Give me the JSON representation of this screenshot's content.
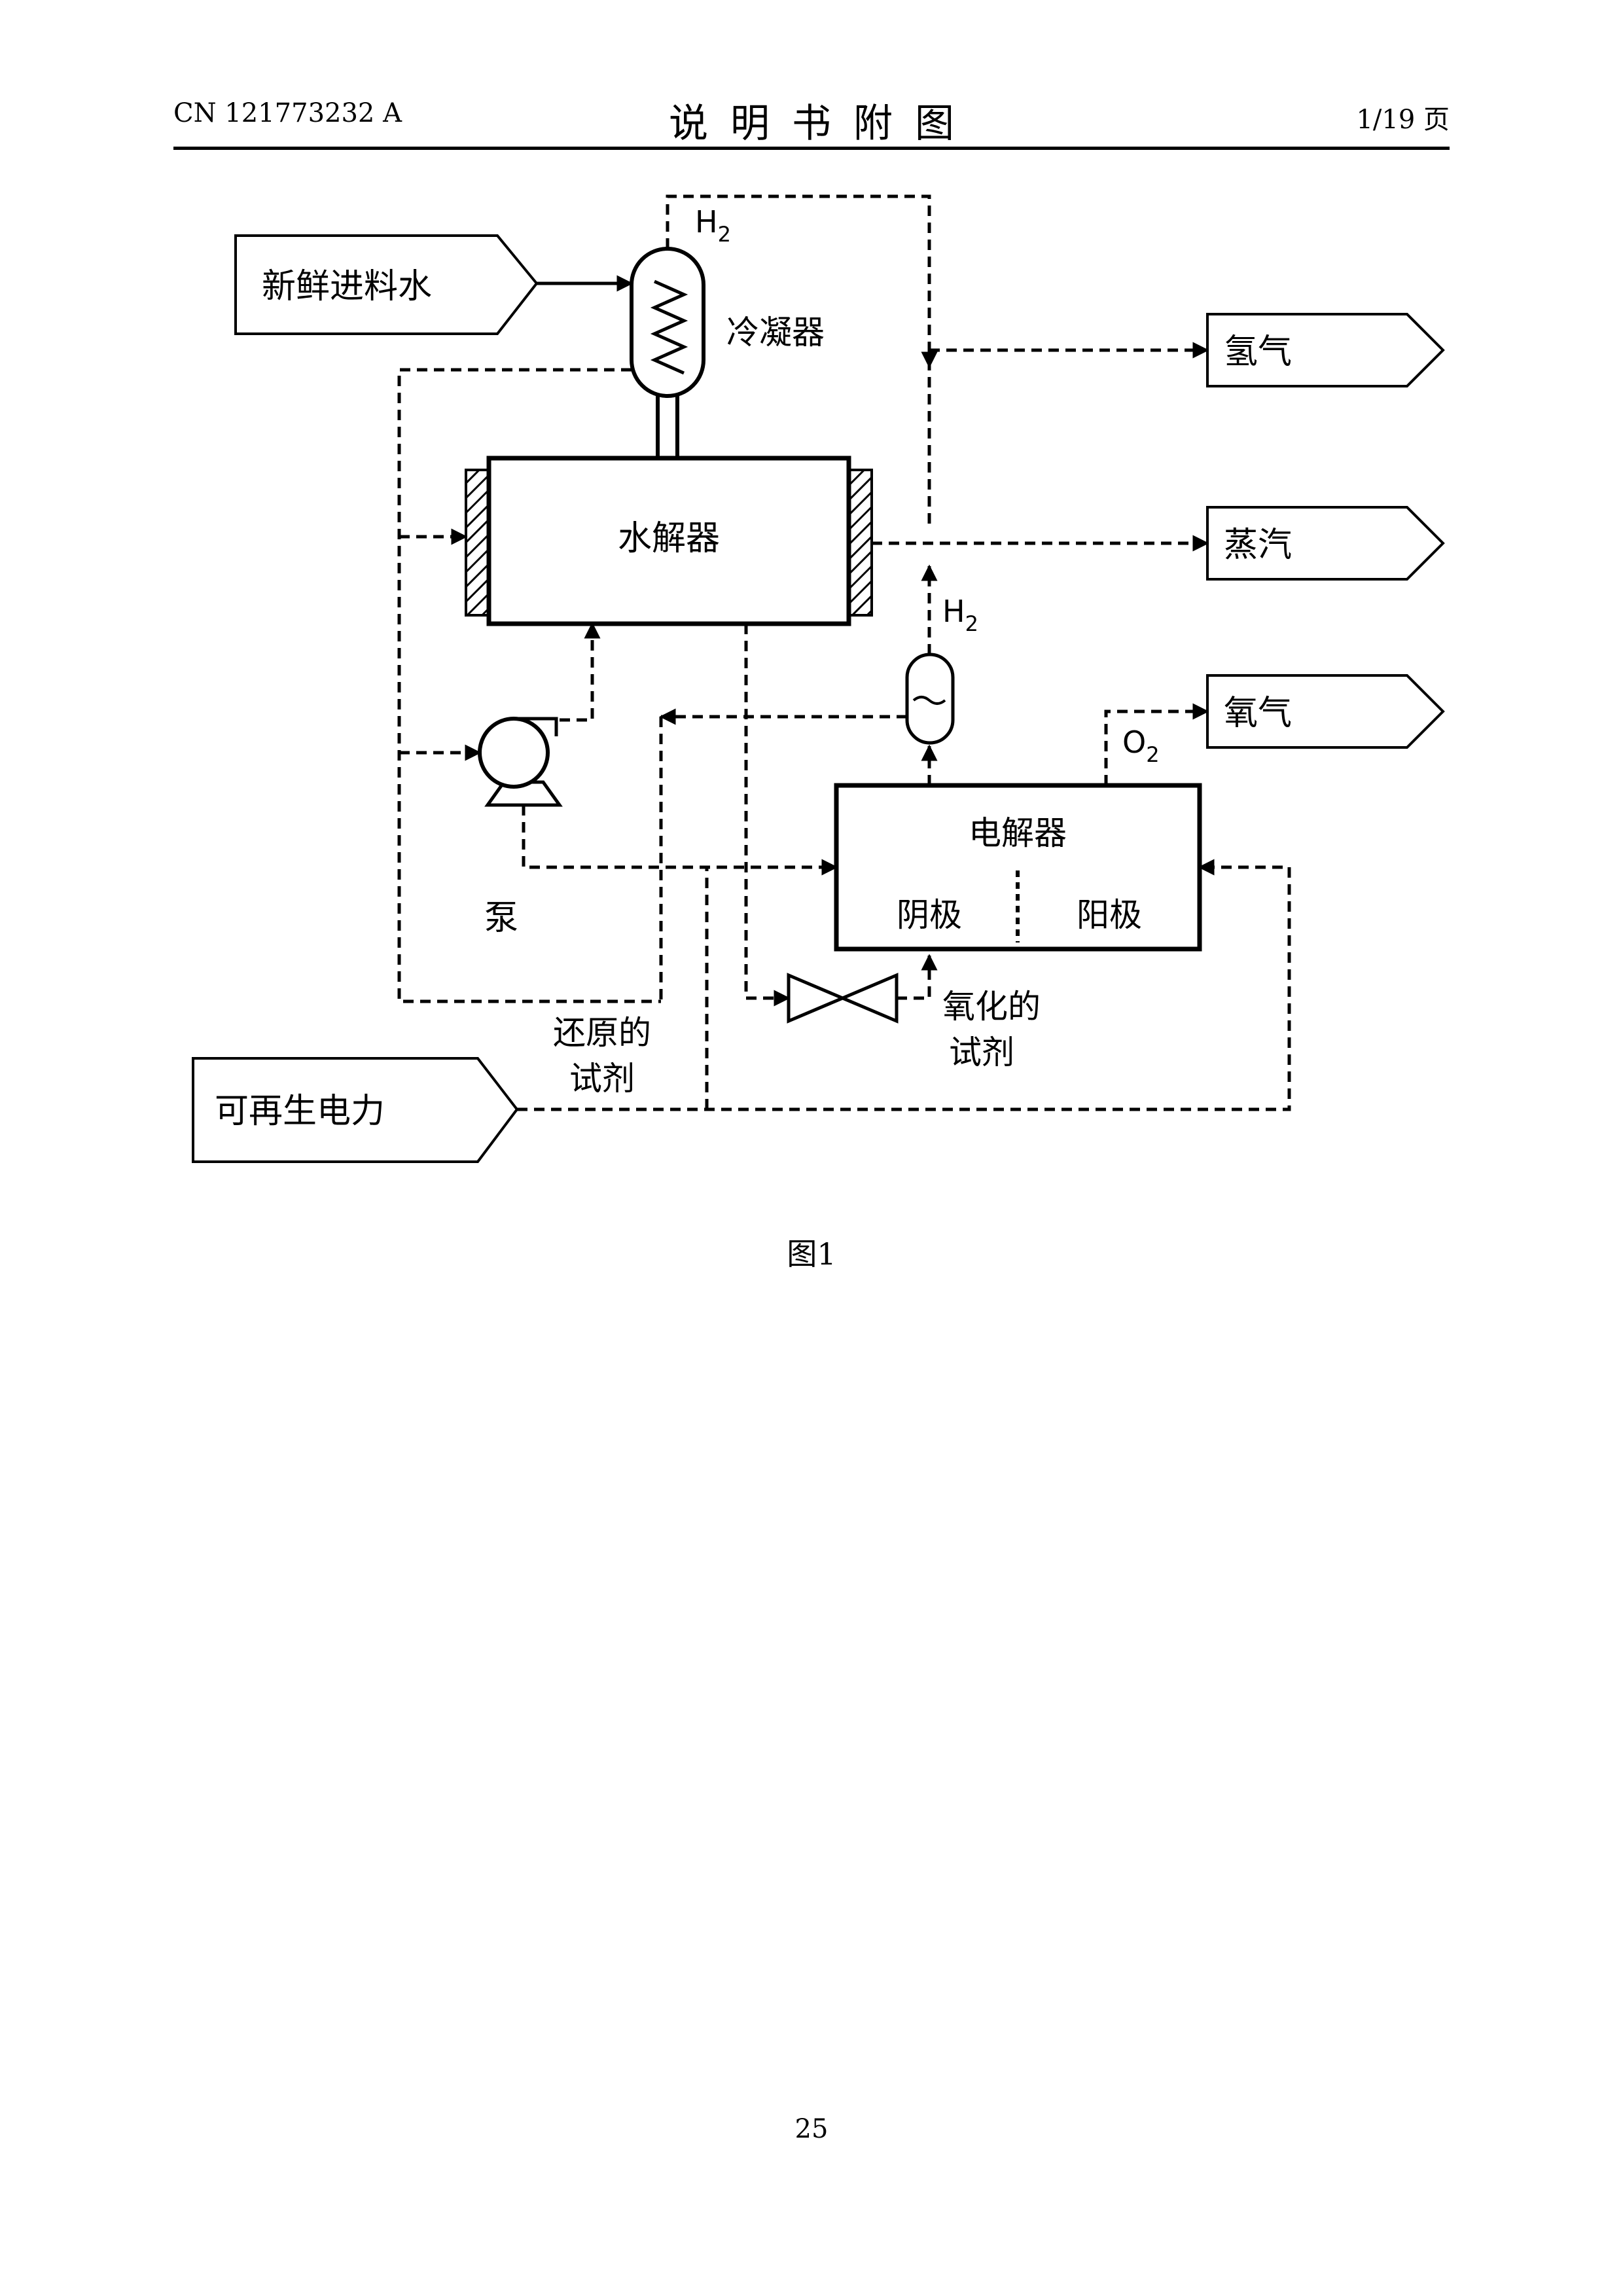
{
  "header": {
    "publication_number": "CN 121773232 A",
    "title": "说明书附图",
    "page_indicator": "1/19 页"
  },
  "figure": {
    "caption": "图1",
    "inputs": {
      "fresh_water": "新鲜进料水",
      "renewable_power": "可再生电力"
    },
    "outputs": {
      "hydrogen": "氢气",
      "steam": "蒸汽",
      "oxygen": "氧气"
    },
    "components": {
      "condenser": "冷凝器",
      "hydrolyzer": "水解器",
      "electrolyzer": "电解器",
      "cathode": "阴极",
      "anode": "阳极",
      "pump": "泵"
    },
    "streams": {
      "h2_top_base": "H",
      "h2_top_sub": "2",
      "h2_mid_base": "H",
      "h2_mid_sub": "2",
      "o2_base": "O",
      "o2_sub": "2",
      "reduced_reagent_line1": "还原的",
      "reduced_reagent_line2": "试剂",
      "oxidized_reagent_line1": "氧化的",
      "oxidized_reagent_line2": "试剂"
    }
  },
  "page_number": "25"
}
